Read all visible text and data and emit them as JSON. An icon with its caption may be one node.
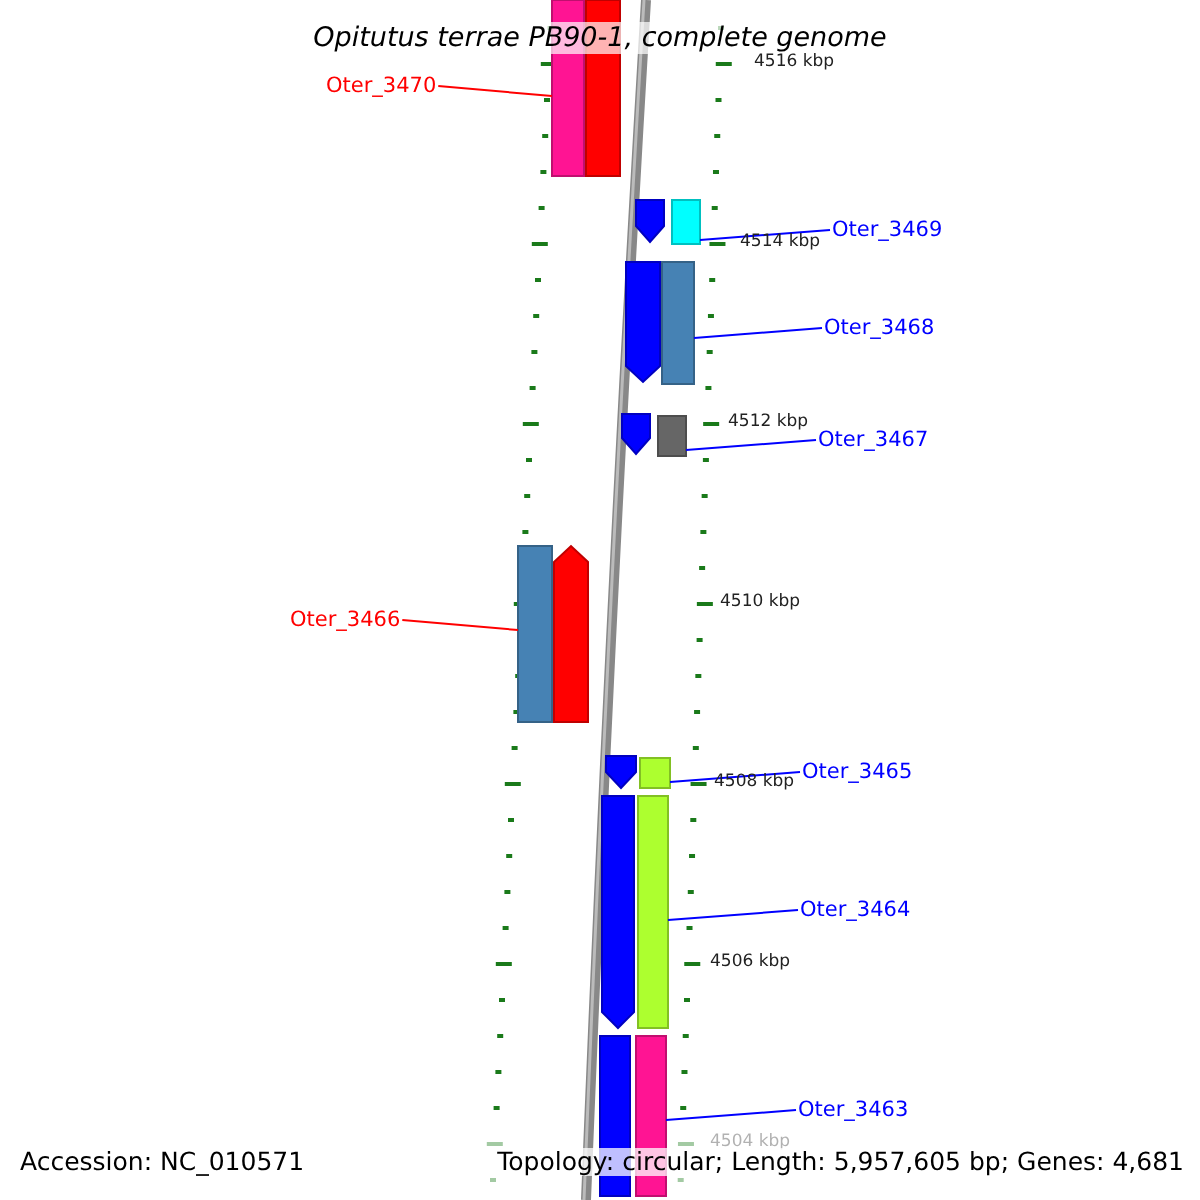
{
  "diagram": {
    "title": "Opitutus terrae PB90-1, complete genome",
    "nodes": [
      {
        "text": [
          "Oter_3470"
        ]
      },
      {
        "text": [],
        "shape": "bar"
      },
      {
        "text": [
          "Oter_3469"
        ]
      },
      {
        "text": [],
        "shape": "bar"
      },
      {
        "text": [
          "Oter_3468"
        ]
      },
      {
        "text": [],
        "shape": "bar"
      },
      {
        "text": [
          "Oter_3467"
        ]
      },
      {
        "text": [],
        "shape": "bar"
      },
      {
        "text": [
          "Oter_3466"
        ]
      },
      {
        "text": [],
        "shape": "bar"
      },
      {
        "text": [
          "Oter_3465"
        ]
      },
      {
        "text": [],
        "shape": "bar"
      },
      {
        "text": [
          "Oter_3464"
        ]
      },
      {
        "text": [],
        "shape": "bar"
      },
      {
        "text": [
          "Oter_3463"
        ]
      },
      {
        "text": [],
        "shape": "bar"
      }
    ],
    "edges": [
      {
        "from": 0,
        "to": 1,
        "arrow": "none",
        "color": "#ff0000"
      },
      {
        "from": 2,
        "to": 3,
        "arrow": "none"
      },
      {
        "from": 4,
        "to": 5,
        "arrow": "none"
      },
      {
        "from": 6,
        "to": 7,
        "arrow": "none"
      },
      {
        "from": 8,
        "to": 9,
        "arrow": "none",
        "color": "#ff0000"
      },
      {
        "from": 10,
        "to": 11,
        "arrow": "none"
      },
      {
        "from": 12,
        "to": 13,
        "arrow": "none"
      },
      {
        "from": 14,
        "to": 15,
        "arrow": "none"
      }
    ],
    "labels": [
      "4516 kbp",
      "4514 kbp",
      "4512 kbp",
      "4510 kbp",
      "4508 kbp",
      "4506 kbp",
      "4504 kbp",
      "Accession: NC_010571",
      "Topology: circular; Length: 5,957,605 bp; Genes: 4,681"
    ]
  }
}
